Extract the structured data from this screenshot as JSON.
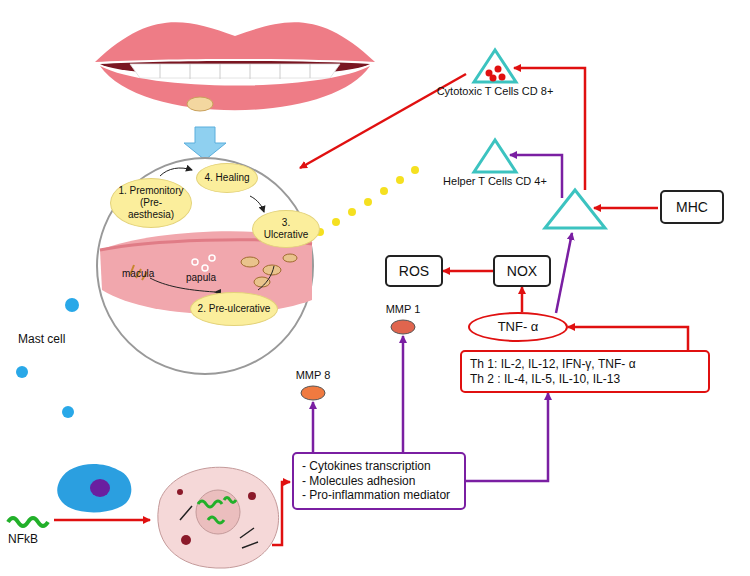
{
  "diagram": {
    "nodes": [
      {
        "text": [
          "1. Premonitory (Pre-aesthesia)"
        ]
      },
      {
        "text": [
          "4. Healing"
        ]
      },
      {
        "text": [
          "3. Ulcerative"
        ]
      },
      {
        "text": [
          "2. Pre-ulcerative"
        ]
      },
      {
        "text": [
          "Cytotoxic T Cells CD 8+"
        ]
      },
      {
        "text": [
          "Helper T Cells CD 4+"
        ]
      },
      {
        "text": [
          "MHC"
        ]
      },
      {
        "text": [
          "ROS"
        ]
      },
      {
        "text": [
          "NOX"
        ]
      },
      {
        "text": [
          "MMP 1"
        ]
      },
      {
        "text": [
          "TNF- α"
        ]
      },
      {
        "text": [
          "MMP 8"
        ]
      },
      {
        "text": [
          "Th 1: IL-2, IL-12, IFN-γ, TNF- α",
          "Th 2 : IL-4, IL-5, IL-10, IL-13"
        ]
      },
      {
        "text": [
          "- Cytokines transcription",
          "- Molecules adhesion",
          "- Pro-inflammation mediator"
        ]
      }
    ],
    "edges": [
      {
        "from": 12,
        "to": 10,
        "arrow": "to"
      },
      {
        "from": 10,
        "to": 8,
        "arrow": "to"
      },
      {
        "from": 8,
        "to": 7,
        "arrow": "to"
      },
      {
        "from": 13,
        "to": 11,
        "arrow": "to"
      },
      {
        "from": 13,
        "to": 9,
        "arrow": "to"
      },
      {
        "from": 13,
        "to": 12,
        "arrow": "to"
      }
    ],
    "labels": [
      "macula",
      "papula",
      "Mast cell",
      "NFkB"
    ]
  }
}
